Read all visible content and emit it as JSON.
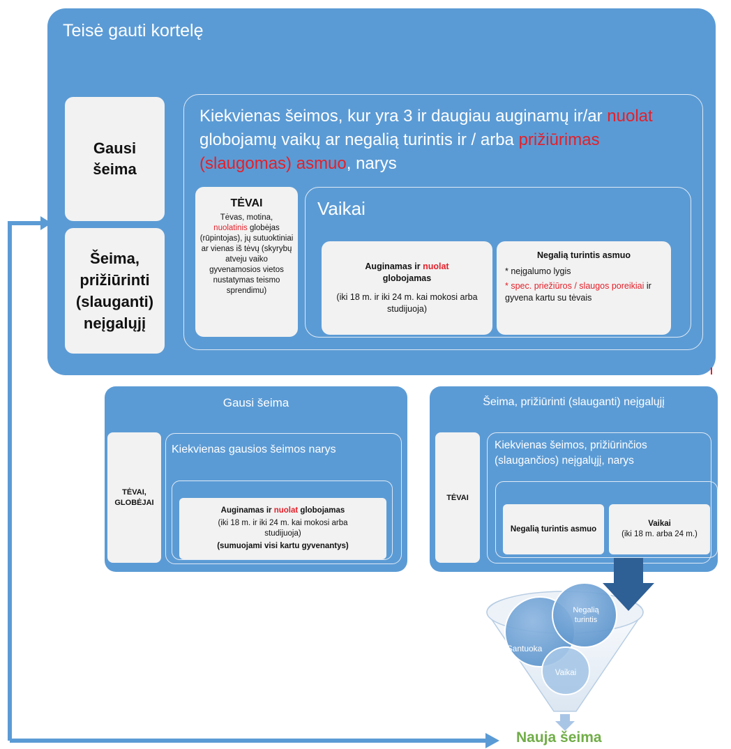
{
  "title": "Teisė gauti kortelę",
  "left_cards": {
    "gausi": [
      "Gausi",
      "šeima"
    ],
    "seima_priz": [
      "Šeima,",
      "prižiūrinti",
      "(slauganti)",
      "neįgalųjį"
    ]
  },
  "heading": {
    "part1": "Kiekvienas šeimos, kur yra 3 ir daugiau auginamų ir/ar",
    "red1": "nuolat",
    "part2": " globojamų vaikų  ar negalią turintis ir / arba",
    "red2": "prižiūrimas (slaugomas) asmuo",
    "part3": ", narys"
  },
  "tevai": {
    "title": "TĖVAI",
    "line1": "Tėvas, motina,",
    "red": "nuolatinis",
    "rest": " globėjas (rūpintojas), jų sutuoktiniai ar vienas iš tėvų (skyrybų atveju vaiko gyvenamosios vietos nustatymas teismo sprendimu)"
  },
  "vaikai": {
    "title": "Vaikai",
    "auginamas": {
      "t1": "Auginamas ir ",
      "red": "nuolat",
      "t2": " globojamas",
      "note": "(iki 18 m. ir iki 24 m. kai mokosi arba studijuoja)"
    },
    "negalia": {
      "title": "Negalią turintis asmuo",
      "b1": "* neįgalumo lygis",
      "b2_star": "* ",
      "b2_red": "spec. priežiūros / slaugos poreikiai",
      "b2_rest": " ir gyvena kartu su tėvais"
    }
  },
  "gausi_panel": {
    "title": "Gausi šeima",
    "tevai": [
      "TĖVAI,",
      "GLOBĖJAI"
    ],
    "member_title": "Kiekvienas gausios šeimos narys",
    "aug_t1": "Auginamas ir ",
    "aug_red": "nuolat",
    "aug_t2": " globojamas",
    "aug_note": "(iki 18 m. ir iki 24 m. kai mokosi arba studijuoja)",
    "aug_bold": "(sumuojami visi kartu gyvenantys)"
  },
  "seima_panel": {
    "title": "Šeima, prižiūrinti (slauganti) neįgalųjį",
    "tevai": "TĖVAI",
    "member_title": "Kiekvienas šeimos, prižiūrinčios (slaugančios) neįgalųjį, narys",
    "negalia": "Negalią turintis asmuo",
    "vaikai_title": "Vaikai",
    "vaikai_note": "(iki 18 m. arba 24 m.)"
  },
  "funnel": {
    "santuoka": "Santuoka",
    "negalia": "Negalią turintis",
    "vaikai": "Vaikai"
  },
  "result": "Nauja šeima",
  "colors": {
    "panel": "#5b9bd5",
    "card": "#f2f2f2",
    "red": "#e3202a",
    "green": "#70ad47",
    "arrow": "#2e5f95"
  }
}
